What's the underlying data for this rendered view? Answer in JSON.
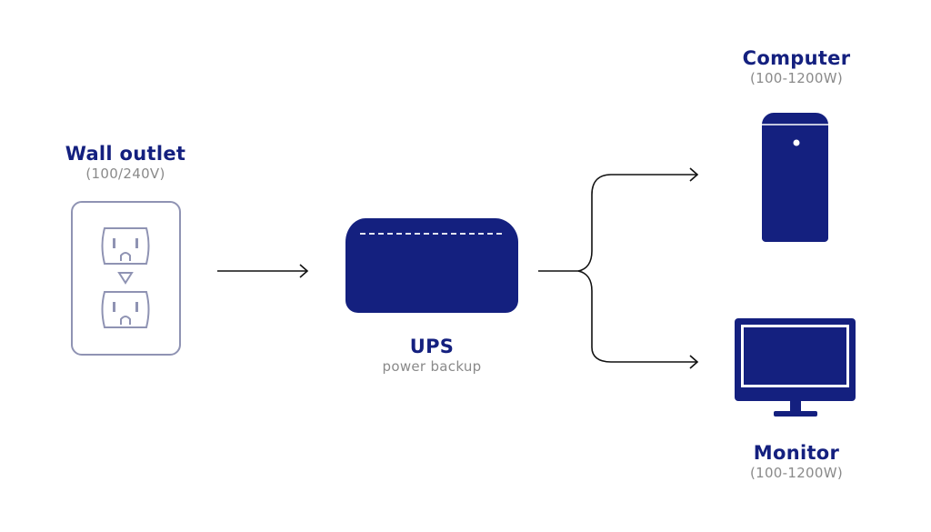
{
  "colors": {
    "primary": "#14207f",
    "outline": "#8f93b3",
    "subtext": "#8a8a8a",
    "line": "#111111",
    "background": "#ffffff"
  },
  "nodes": {
    "wall_outlet": {
      "title": "Wall outlet",
      "subtitle": "(100/240V)",
      "icon": "wall-outlet-icon"
    },
    "ups": {
      "title": "UPS",
      "subtitle": "power backup",
      "icon": "ups-icon"
    },
    "computer": {
      "title": "Computer",
      "subtitle": "(100-1200W)",
      "icon": "computer-tower-icon"
    },
    "monitor": {
      "title": "Monitor",
      "subtitle": "(100-1200W)",
      "icon": "monitor-icon"
    }
  },
  "edges": [
    {
      "from": "wall_outlet",
      "to": "ups"
    },
    {
      "from": "ups",
      "to": "computer"
    },
    {
      "from": "ups",
      "to": "monitor"
    }
  ]
}
